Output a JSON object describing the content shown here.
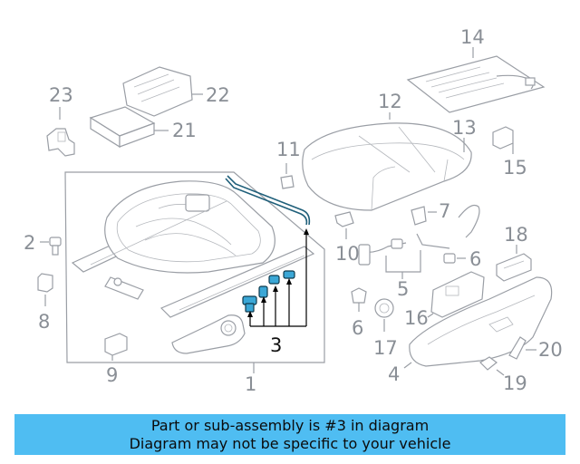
{
  "diagram": {
    "highlight_color": "#3ba7d6",
    "highlight_part": "3",
    "callouts": [
      "1",
      "2",
      "3",
      "4",
      "5",
      "6",
      "6",
      "7",
      "8",
      "9",
      "10",
      "11",
      "12",
      "13",
      "14",
      "15",
      "16",
      "17",
      "18",
      "19",
      "20",
      "21",
      "22",
      "23"
    ]
  },
  "banner": {
    "background": "#4fbdf2",
    "line1": "Part or sub-assembly is #3 in diagram",
    "line2": "Diagram may not be specific to your vehicle"
  }
}
